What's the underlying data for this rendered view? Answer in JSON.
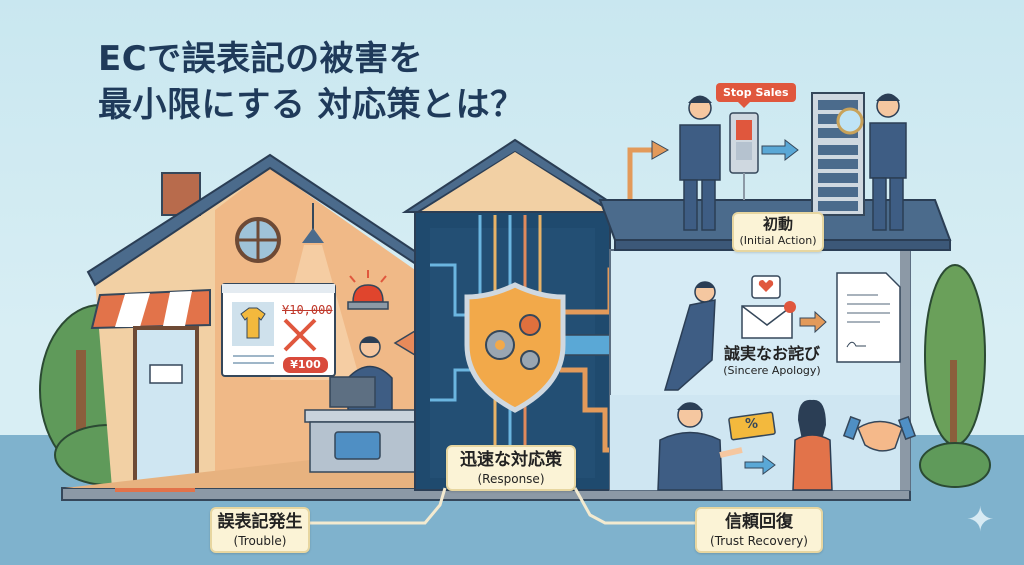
{
  "title": {
    "line1": "ECで誤表記の被害を",
    "line2": "最小限にする 対応策とは？"
  },
  "labels": {
    "trouble": {
      "jp": "誤表記発生",
      "en": "(Trouble)"
    },
    "response": {
      "jp": "迅速な対応策",
      "en": "(Response)"
    },
    "initial_action": {
      "jp": "初動",
      "en": "(Initial Action)"
    },
    "apology": {
      "jp": "誠実なお詫び",
      "en": "(Sincere Apology)"
    },
    "trust_recovery": {
      "jp": "信頼回復",
      "en": "(Trust Recovery)"
    }
  },
  "shop": {
    "old_price": "¥10,000",
    "new_price": "¥100"
  },
  "stop_sales_bubble": "Stop Sales",
  "coupon_symbol": "%",
  "sparkle_icon": "✦",
  "colors": {
    "title": "#1f3a5a",
    "sky": "#c9e7f0",
    "ground": "#7fb2cd",
    "roof": "#4b6b8c",
    "shop_wall": "#f3c89a",
    "core": "#1f4a6e",
    "shield": "#f2a94a",
    "accent_red": "#e0573d",
    "arrow_orange": "#e39a5a",
    "arrow_blue": "#5aa8d6",
    "label_bg": "#fbf3d6"
  }
}
